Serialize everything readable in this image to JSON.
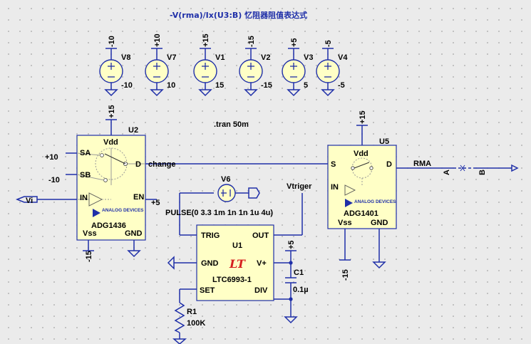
{
  "title": "-V(rma)/Ix(U3:B)  忆阻器阻值表达式",
  "directive": ".tran 50m",
  "sources": [
    {
      "name": "V8",
      "top": "-10",
      "value": "-10"
    },
    {
      "name": "V7",
      "top": "+10",
      "value": "10"
    },
    {
      "name": "V1",
      "top": "+15",
      "value": "15"
    },
    {
      "name": "V2",
      "top": "-15",
      "value": "-15"
    },
    {
      "name": "V3",
      "top": "+5",
      "value": "5"
    },
    {
      "name": "V4",
      "top": "-5",
      "value": "-5"
    }
  ],
  "u2": {
    "ref": "U2",
    "part": "ADG1436",
    "vdd": "Vdd",
    "sa": "SA",
    "sb": "SB",
    "d": "D",
    "in": "IN",
    "en": "EN",
    "vss": "Vss",
    "gnd": "GND",
    "logo": "ANALOG DEVICES",
    "supply": "+15",
    "vss_label": "-15",
    "sa_label": "+10",
    "sb_label": "-10",
    "en_label": "+5"
  },
  "u5": {
    "ref": "U5",
    "part": "ADG1401",
    "vdd": "Vdd",
    "s": "S",
    "d": "D",
    "in": "IN",
    "vss": "Vss",
    "gnd": "GND",
    "logo": "ANALOG DEVICES",
    "supply": "+15",
    "vss_label": "-15"
  },
  "u1": {
    "ref": "U1",
    "part": "LTC6993-1",
    "trig": "TRIG",
    "out": "OUT",
    "gnd": "GND",
    "vplus": "V+",
    "set": "SET",
    "div": "DIV",
    "logo": "LT",
    "supply": "+5"
  },
  "v6": {
    "name": "V6",
    "spec": "PULSE(0 3.3 1m 1n 1n 1u 4u)"
  },
  "c1": {
    "name": "C1",
    "value": "0.1µ"
  },
  "r1": {
    "name": "R1",
    "value": "100K"
  },
  "nets": {
    "vi": "Vi",
    "change": "change",
    "vtriger": "Vtriger",
    "rma": "RMA",
    "a": "A",
    "b": "B"
  }
}
